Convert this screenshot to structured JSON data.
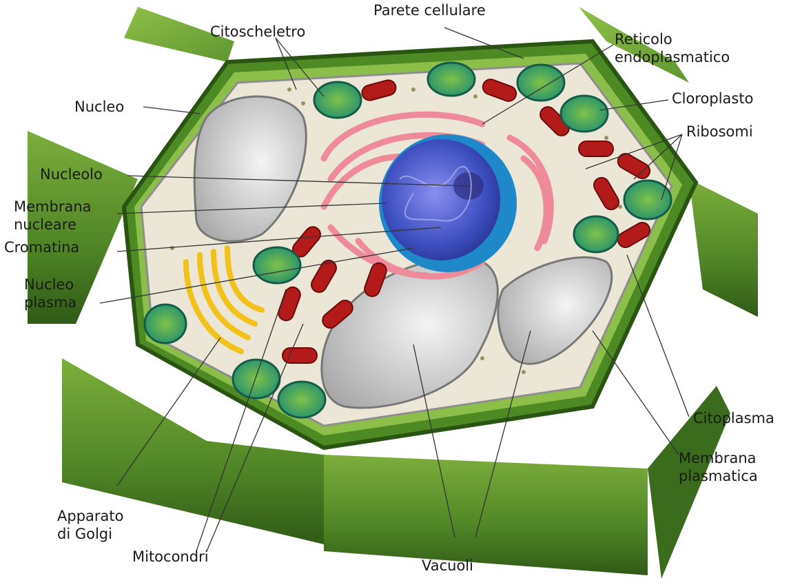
{
  "labels": {
    "parete_cellulare": "Parete cellulare",
    "citoscheletro": "Citoscheletro",
    "reticolo_line1": "Reticolo",
    "reticolo_line2": "endoplasmatico",
    "nucleo": "Nucleo",
    "cloroplasto": "Cloroplasto",
    "ribosomi": "Ribosomi",
    "nucleolo": "Nucleolo",
    "membrana_nucleare_line1": "Membrana",
    "membrana_nucleare_line2": "nucleare",
    "cromatina": "Cromatina",
    "nucleo_plasma_line1": "Nucleo",
    "nucleo_plasma_line2": "plasma",
    "citoplasma": "Citoplasma",
    "membrana_plasmatica_line1": "Membrana",
    "membrana_plasmatica_line2": "plasmatica",
    "apparato_line1": "Apparato",
    "apparato_line2": "di Golgi",
    "mitocondri": "Mitocondri",
    "vacuoli": "Vacuoli"
  },
  "colors": {
    "wall_light": "#7cae3c",
    "wall_dark": "#2f5a16",
    "cytoplasm": "#ece6d6",
    "vacuole": "#c9c9c9",
    "nucleus": "#3d4fc0",
    "nuclear_envelope": "#1e88c8",
    "er": "#ee8a9a",
    "mitochondrion": "#b31b1b",
    "chloroplast": "#1f8c70",
    "golgi": "#f2c21b",
    "leader_line": "#333333"
  }
}
